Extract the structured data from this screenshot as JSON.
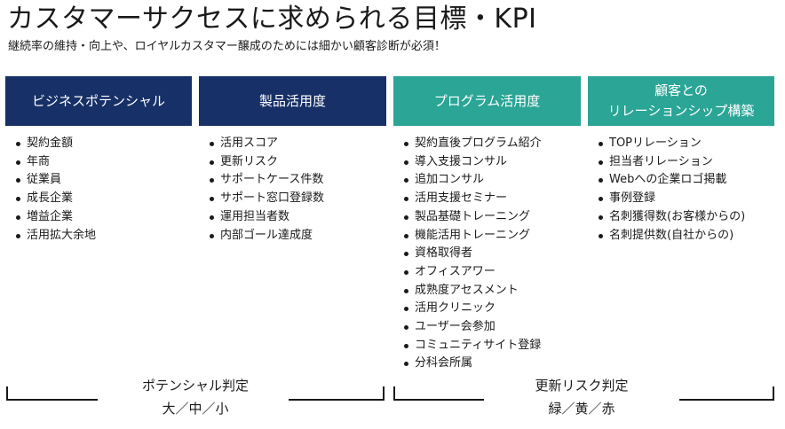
{
  "title": "カスタマーサクセスに求められる目標・KPI",
  "subtitle": "継続率の維持・向上や、ロイヤルカスタマー醸成のためには細かい顧客診断が必須！",
  "colors": {
    "navy": "#173067",
    "teal": "#2aa596",
    "text": "#1a1a1a"
  },
  "columns": [
    {
      "header": "ビジネスポテンシャル",
      "items": [
        "契約金額",
        "年商",
        "従業員",
        "成長企業",
        "増益企業",
        "活用拡大余地"
      ]
    },
    {
      "header": "製品活用度",
      "items": [
        "活用スコア",
        "更新リスク",
        "サポートケース件数",
        "サポート窓口登録数",
        "運用担当者数",
        "内部ゴール達成度"
      ]
    },
    {
      "header": "プログラム活用度",
      "items": [
        "契約直後プログラム紹介",
        "導入支援コンサル",
        "追加コンサル",
        "活用支援セミナー",
        "製品基礎トレーニング",
        "機能活用トレーニング",
        "資格取得者",
        "オフィスアワー",
        "成熟度アセスメント",
        "活用クリニック",
        "ユーザー会参加",
        "コミュニティサイト登録",
        "分科会所属"
      ]
    },
    {
      "header": "顧客との\nリレーションシップ構築",
      "items": [
        "TOPリレーション",
        "担当者リレーション",
        "Webへの企業ロゴ掲載",
        "事例登録",
        "名刺獲得数(お客様からの)",
        "名刺提供数(自社からの)"
      ]
    }
  ],
  "judgments": [
    {
      "label": "ポテンシャル判定",
      "levels": "大／中／小"
    },
    {
      "label": "更新リスク判定",
      "levels": "緑／黄／赤"
    }
  ]
}
